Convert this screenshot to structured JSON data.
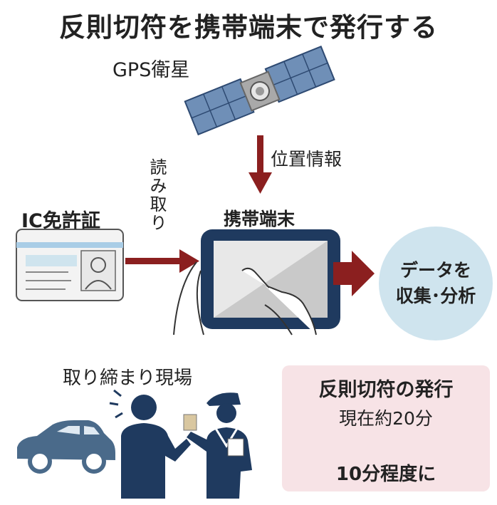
{
  "title": "反則切符を携帯端末で発行する",
  "gps_label": "GPS衛星",
  "location_label": "位置情報",
  "ic_license_label": "IC免許証",
  "read_label": "読み取り",
  "terminal_label": "携帯端末",
  "data_circle": {
    "line1": "データを",
    "line2": "収集･分析"
  },
  "site_label": "取り締まり現場",
  "issuance_panel": {
    "title": "反則切符の発行",
    "current": "現在約20分",
    "result": "10分程度に"
  },
  "colors": {
    "arrow": "#8b1f1f",
    "navy": "#1f3a5f",
    "circle": "#cfe4ee",
    "panel": "#f7e3e6",
    "car": "#4a6a8a"
  }
}
